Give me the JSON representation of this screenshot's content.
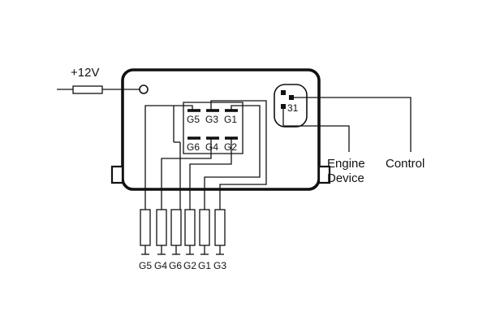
{
  "supply_label": "+12V",
  "connector_top_pins": [
    "G5",
    "G3",
    "G1"
  ],
  "connector_bottom_pins": [
    "G6",
    "G4",
    "G2"
  ],
  "socket_pin_label": "31",
  "engine_label_line1": "Engine",
  "engine_label_line2": "Device",
  "control_label": "Control",
  "output_labels": [
    "G5",
    "G4",
    "G6",
    "G2",
    "G1",
    "G3"
  ],
  "colors": {
    "line": "#111111",
    "background": "#ffffff"
  }
}
